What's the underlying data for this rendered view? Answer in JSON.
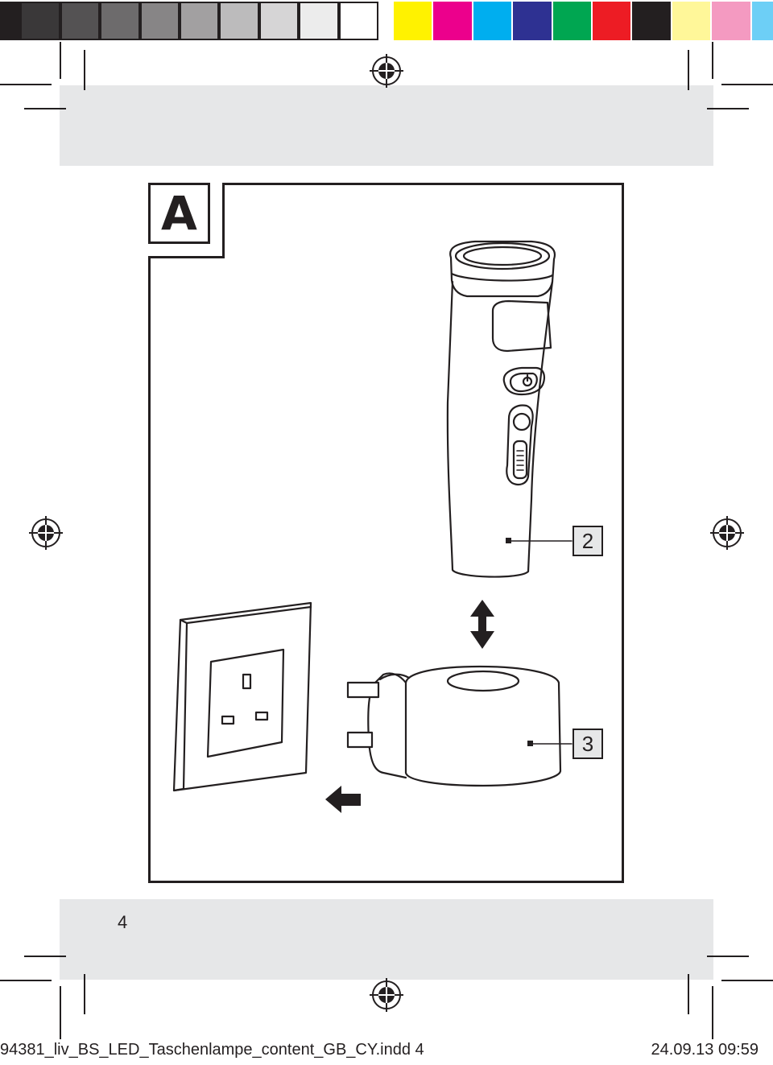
{
  "colors": {
    "grays": [
      "#231f20",
      "#3a3839",
      "#545253",
      "#6d6b6c",
      "#878586",
      "#a2a0a1",
      "#bcbbbc",
      "#d6d5d6",
      "#ececec",
      "#ffffff"
    ],
    "process": [
      "#fff200",
      "#ec008c",
      "#00aeef",
      "#2e3192",
      "#00a651",
      "#ed1c24",
      "#231f20",
      "#fff799",
      "#f49ac1",
      "#6dcff6"
    ],
    "band": "#e6e7e8",
    "ink": "#231f20"
  },
  "figure": {
    "label": "A",
    "callouts": [
      "2",
      "3"
    ]
  },
  "page": {
    "number": "4"
  },
  "slug": {
    "filename": "94381_liv_BS_LED_Taschenlampe_content_GB_CY.indd   4",
    "datetime": "24.09.13   09:59"
  }
}
